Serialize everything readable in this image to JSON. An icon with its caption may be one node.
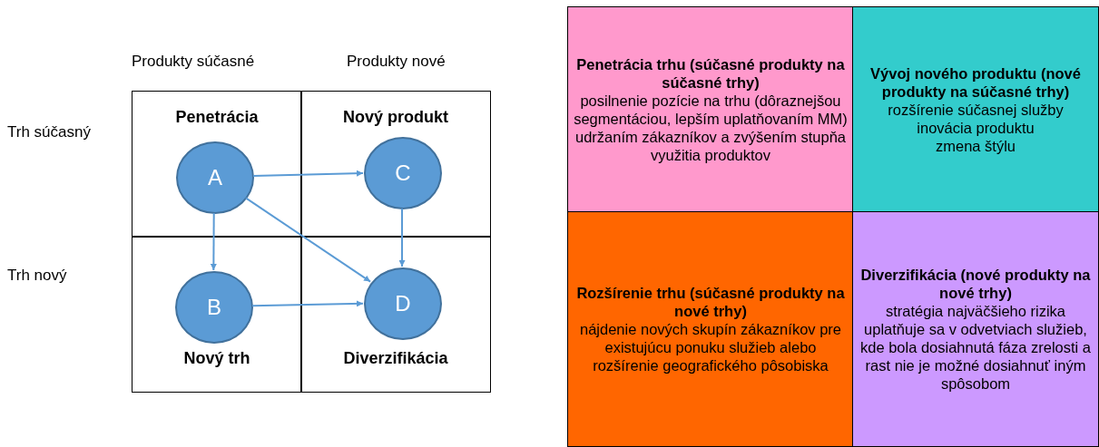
{
  "diagram": {
    "nodes": [
      {
        "text": [
          "Penetrácia"
        ]
      },
      {
        "text": [
          "A"
        ],
        "in": 0
      },
      {
        "text": [
          "Nový produkt"
        ]
      },
      {
        "text": [
          "C"
        ],
        "in": 2
      },
      {
        "text": [
          "Nový trh"
        ]
      },
      {
        "text": [
          "B"
        ],
        "in": 4
      },
      {
        "text": [
          "Diverzifikácia"
        ]
      },
      {
        "text": [
          "D"
        ],
        "in": 6
      },
      {
        "text": [
          "Penetrácia trhu (súčasné produkty na súčasné trhy)",
          "posilnenie pozície na trhu (dôraznejšou segmentáciou, lepším uplatňovaním MM) udržaním zákazníkov a zvýšením stupňa využitia produktov"
        ]
      },
      {
        "text": [
          "Vývoj nového produktu (nové produkty na súčasné trhy)",
          "rozšírenie súčasnej služby",
          "inovácia produktu",
          "zmena štýlu"
        ]
      },
      {
        "text": [
          "Rozšírenie trhu (súčasné produkty na nové trhy)",
          "nájdenie nových skupín zákazníkov pre existujúcu ponuku služieb alebo rozšírenie geografického pôsobiska"
        ]
      },
      {
        "text": [
          "Diverzifikácia (nové produkty na nové trhy)",
          "stratégia najväčšieho rizika uplatňuje sa v odvetviach služieb, kde bola dosiahnutá fáza zrelosti a rast nie je možné dosiahnuť iným spôsobom"
        ]
      }
    ],
    "edges": [
      {
        "from": 1,
        "to": 3,
        "arrow": "to"
      },
      {
        "from": 1,
        "to": 5,
        "arrow": "to"
      },
      {
        "from": 1,
        "to": 7,
        "arrow": "to"
      },
      {
        "from": 3,
        "to": 7,
        "arrow": "to"
      },
      {
        "from": 5,
        "to": 7,
        "arrow": "to"
      }
    ],
    "labels": [
      "Produkty súčasné",
      "Produkty nové",
      "Trh súčasný",
      "Trh nový"
    ]
  }
}
